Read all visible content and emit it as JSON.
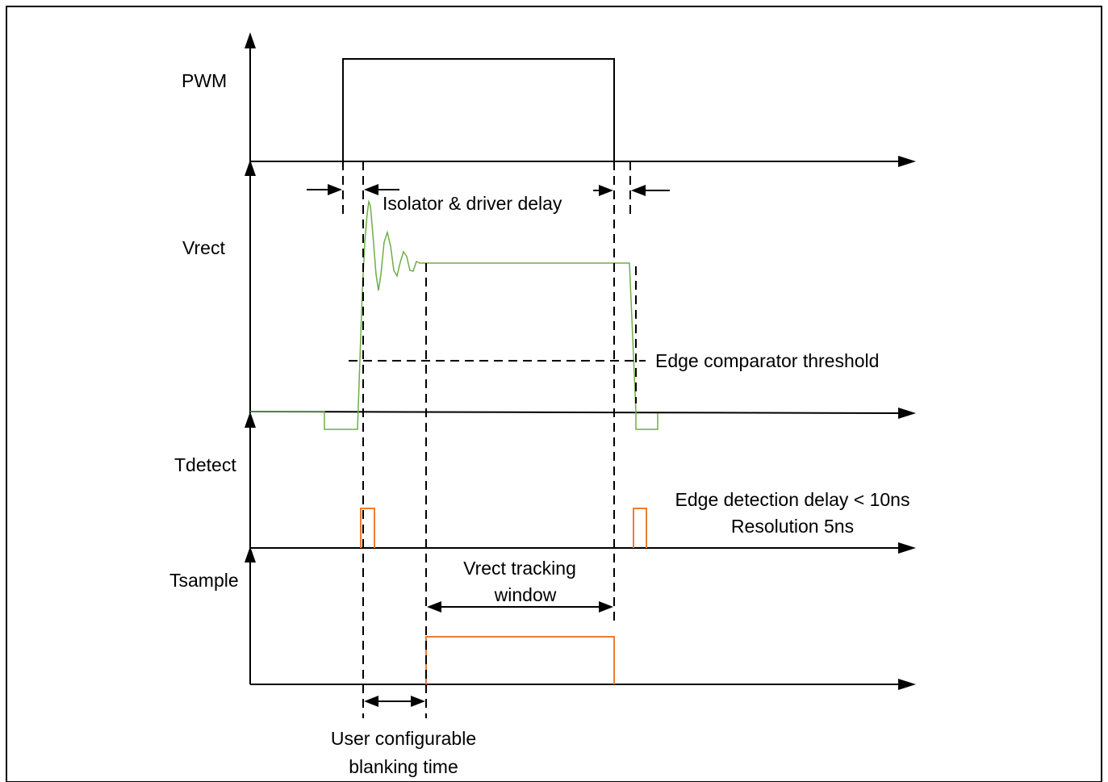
{
  "colors": {
    "axis": "#000000",
    "pwm": "#000000",
    "vrect": "#70AD47",
    "pulse": "#ED7D31",
    "dash": "#000000",
    "frame": "#000000"
  },
  "labels": {
    "pwm": "PWM",
    "vrect": "Vrect",
    "tdetect": "Tdetect",
    "tsample": "Tsample",
    "isolator_delay": "Isolator & driver delay",
    "edge_threshold": "Edge comparator threshold",
    "edge_detection_delay": "Edge detection delay < 10ns",
    "resolution": "Resolution 5ns",
    "tracking_window_line1": "Vrect tracking",
    "tracking_window_line2": "window",
    "blanking_line1": "User configurable",
    "blanking_line2": "blanking time"
  }
}
